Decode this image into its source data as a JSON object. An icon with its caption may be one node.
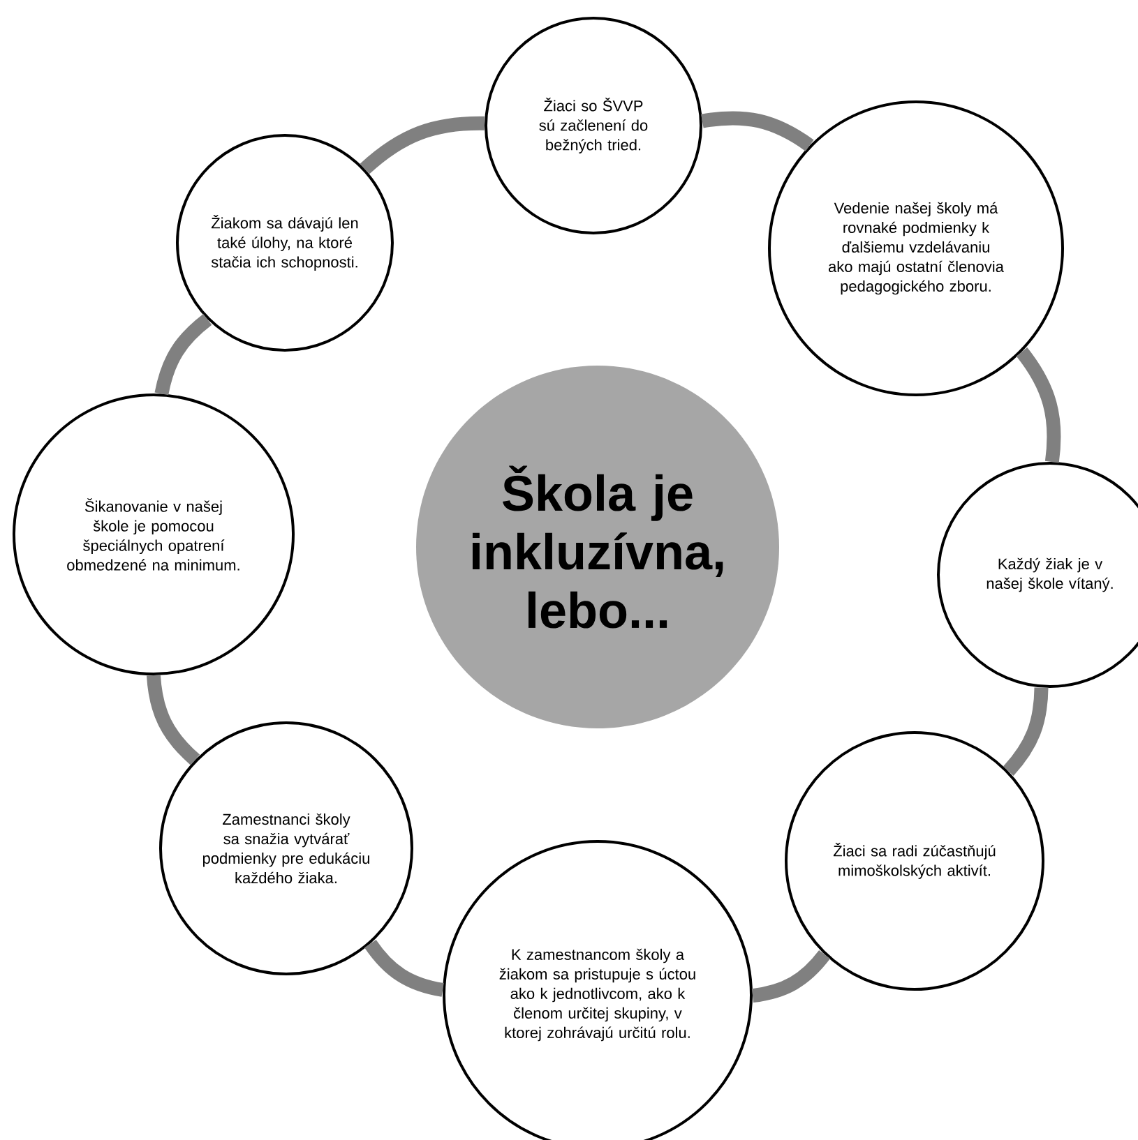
{
  "diagram": {
    "nodes": [
      {
        "text": [
          "Škola je inkluzívna, lebo..."
        ]
      },
      {
        "text": [
          "Žiaci so ŠVVP sú začlenení do bežných tried."
        ]
      },
      {
        "text": [
          "Vedenie našej školy má rovnaké podmienky k ďalšiemu vzdelávaniu ako majú ostatní členovia pedagogického zboru."
        ]
      },
      {
        "text": [
          "Každý žiak je v našej škole vítaný."
        ]
      },
      {
        "text": [
          "Žiaci sa radi zúčastňujú mimoškolských aktivít."
        ]
      },
      {
        "text": [
          "K zamestnancom školy a žiakom sa pristupuje s úctou ako k jednotlivcom, ako k členom určitej skupiny, v ktorej zohrávajú určitú rolu."
        ]
      },
      {
        "text": [
          "Zamestnanci školy sa snažia vytvárať podmienky pre edukáciu každého žiaka."
        ]
      },
      {
        "text": [
          "Šikanovanie v našej škole je pomocou špeciálnych opatrení obmedzené na minimum."
        ]
      },
      {
        "text": [
          "Žiakom sa dávajú len také úlohy, na ktoré stačia ich schopnosti."
        ]
      }
    ],
    "edges": [
      {
        "from": 1,
        "to": 2,
        "arrow": "none"
      },
      {
        "from": 2,
        "to": 3,
        "arrow": "none"
      },
      {
        "from": 3,
        "to": 4,
        "arrow": "none"
      },
      {
        "from": 4,
        "to": 5,
        "arrow": "none"
      },
      {
        "from": 5,
        "to": 6,
        "arrow": "none"
      },
      {
        "from": 6,
        "to": 7,
        "arrow": "none"
      },
      {
        "from": 7,
        "to": 8,
        "arrow": "none"
      },
      {
        "from": 8,
        "to": 1,
        "arrow": "none"
      }
    ]
  }
}
